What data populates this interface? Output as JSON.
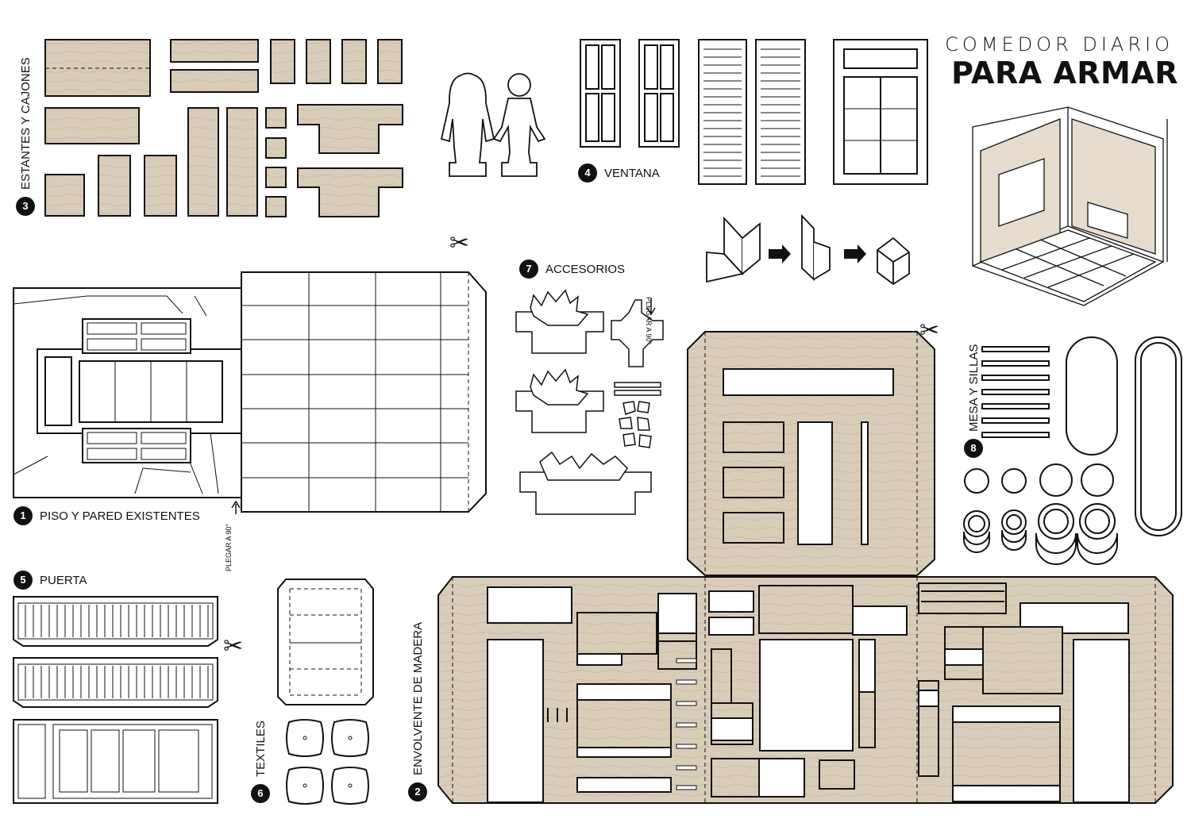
{
  "title": {
    "line1": "COMEDOR DIARIO",
    "line2": "PARA ARMAR"
  },
  "sections": [
    {
      "number": "1",
      "label": "PISO Y PARED EXISTENTES"
    },
    {
      "number": "2",
      "label": "ENVOLVENTE DE MADERA"
    },
    {
      "number": "3",
      "label": "ESTANTES Y CAJONES"
    },
    {
      "number": "4",
      "label": "VENTANA"
    },
    {
      "number": "5",
      "label": "PUERTA"
    },
    {
      "number": "6",
      "label": "TEXTILES"
    },
    {
      "number": "7",
      "label": "ACCESORIOS"
    },
    {
      "number": "8",
      "label": "MESA Y SILLAS"
    }
  ],
  "fold_note": "PLEGAR A 90°",
  "icons": {
    "cut": "scissors-icon",
    "arrow": "arrow-right-icon"
  },
  "colors": {
    "wood": "#d9ccb8",
    "line": "#111111",
    "paper": "#ffffff"
  }
}
